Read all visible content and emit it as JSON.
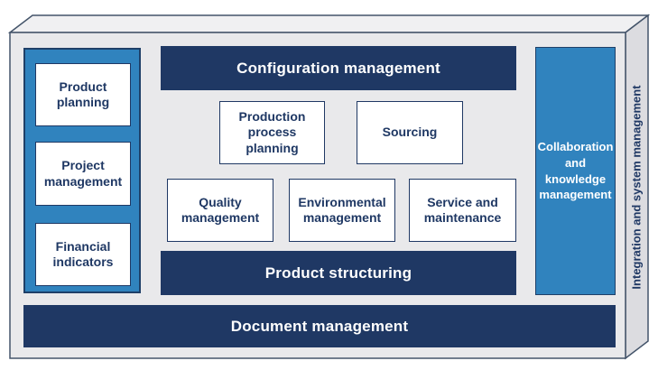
{
  "colors": {
    "face_gray": "#E9E9EB",
    "top_face_gray": "#F0F0F2",
    "side_face_gray": "#DCDCE0",
    "outline": "#44546A",
    "accent_blue": "#3083BE",
    "navy": "#1F3864",
    "white": "#FFFFFF"
  },
  "left_column": {
    "items": [
      {
        "label": "Product planning"
      },
      {
        "label": "Project management"
      },
      {
        "label": "Financial indicators"
      }
    ]
  },
  "top_bar": {
    "label": "Configuration management"
  },
  "middle_boxes": {
    "row1": [
      {
        "label": "Production process planning"
      },
      {
        "label": "Sourcing"
      }
    ],
    "row2": [
      {
        "label": "Quality management"
      },
      {
        "label": "Environmental management"
      },
      {
        "label": "Service and maintenance"
      }
    ]
  },
  "bottom_bar": {
    "label": "Product structuring"
  },
  "right_panel": {
    "label": "Collaboration and knowledge management"
  },
  "document_bar": {
    "label": "Document management"
  },
  "side_edge": {
    "label": "Integration and system management"
  }
}
